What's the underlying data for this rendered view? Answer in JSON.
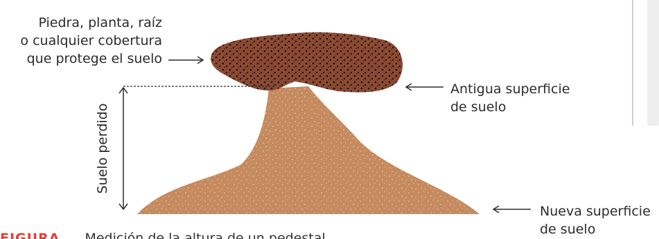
{
  "labels": {
    "cover": [
      "Piedra, planta, raíz",
      "o cualquier cobertura",
      "que protege el suelo"
    ],
    "old_surface": [
      "Antigua superficie",
      "de suelo"
    ],
    "new_surface": [
      "Nueva superficie",
      "de suelo"
    ],
    "lost_soil": "Suelo perdido"
  },
  "caption": {
    "tag": "FIGURA",
    "text": "Medición de la altura de un pedestal"
  },
  "colors": {
    "soil": "#c58a5e",
    "cap": "#8a4a33",
    "text": "#2b2b2b",
    "caption_accent": "#e0403a"
  }
}
